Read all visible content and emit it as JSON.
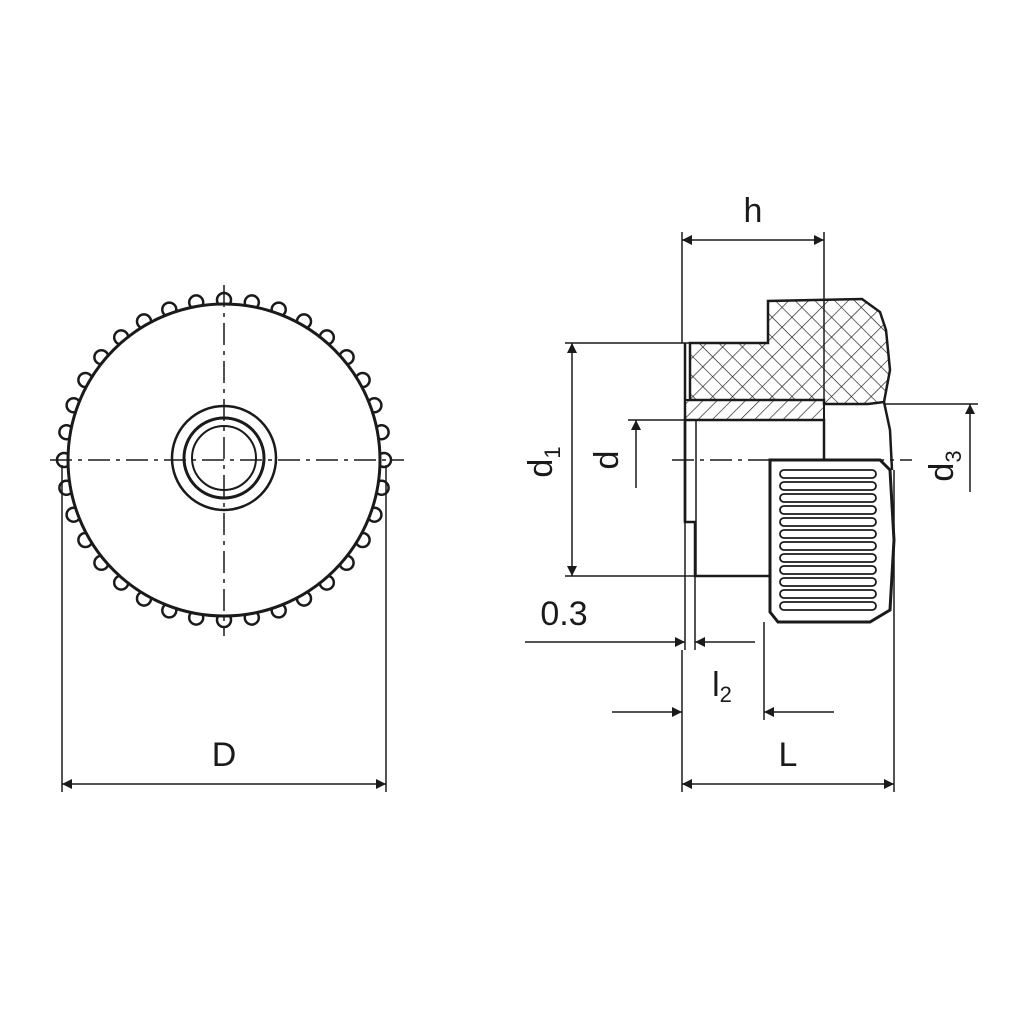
{
  "drawing": {
    "labels": {
      "D": "D",
      "h": "h",
      "d1_main": "d",
      "d1_sub": "1",
      "d": "d",
      "d3_main": "d",
      "d3_sub": "3",
      "offset": "0.3",
      "l2_main": "l",
      "l2_sub": "2",
      "L": "L"
    },
    "colors": {
      "line": "#1a1a1a",
      "background": "#ffffff"
    }
  }
}
